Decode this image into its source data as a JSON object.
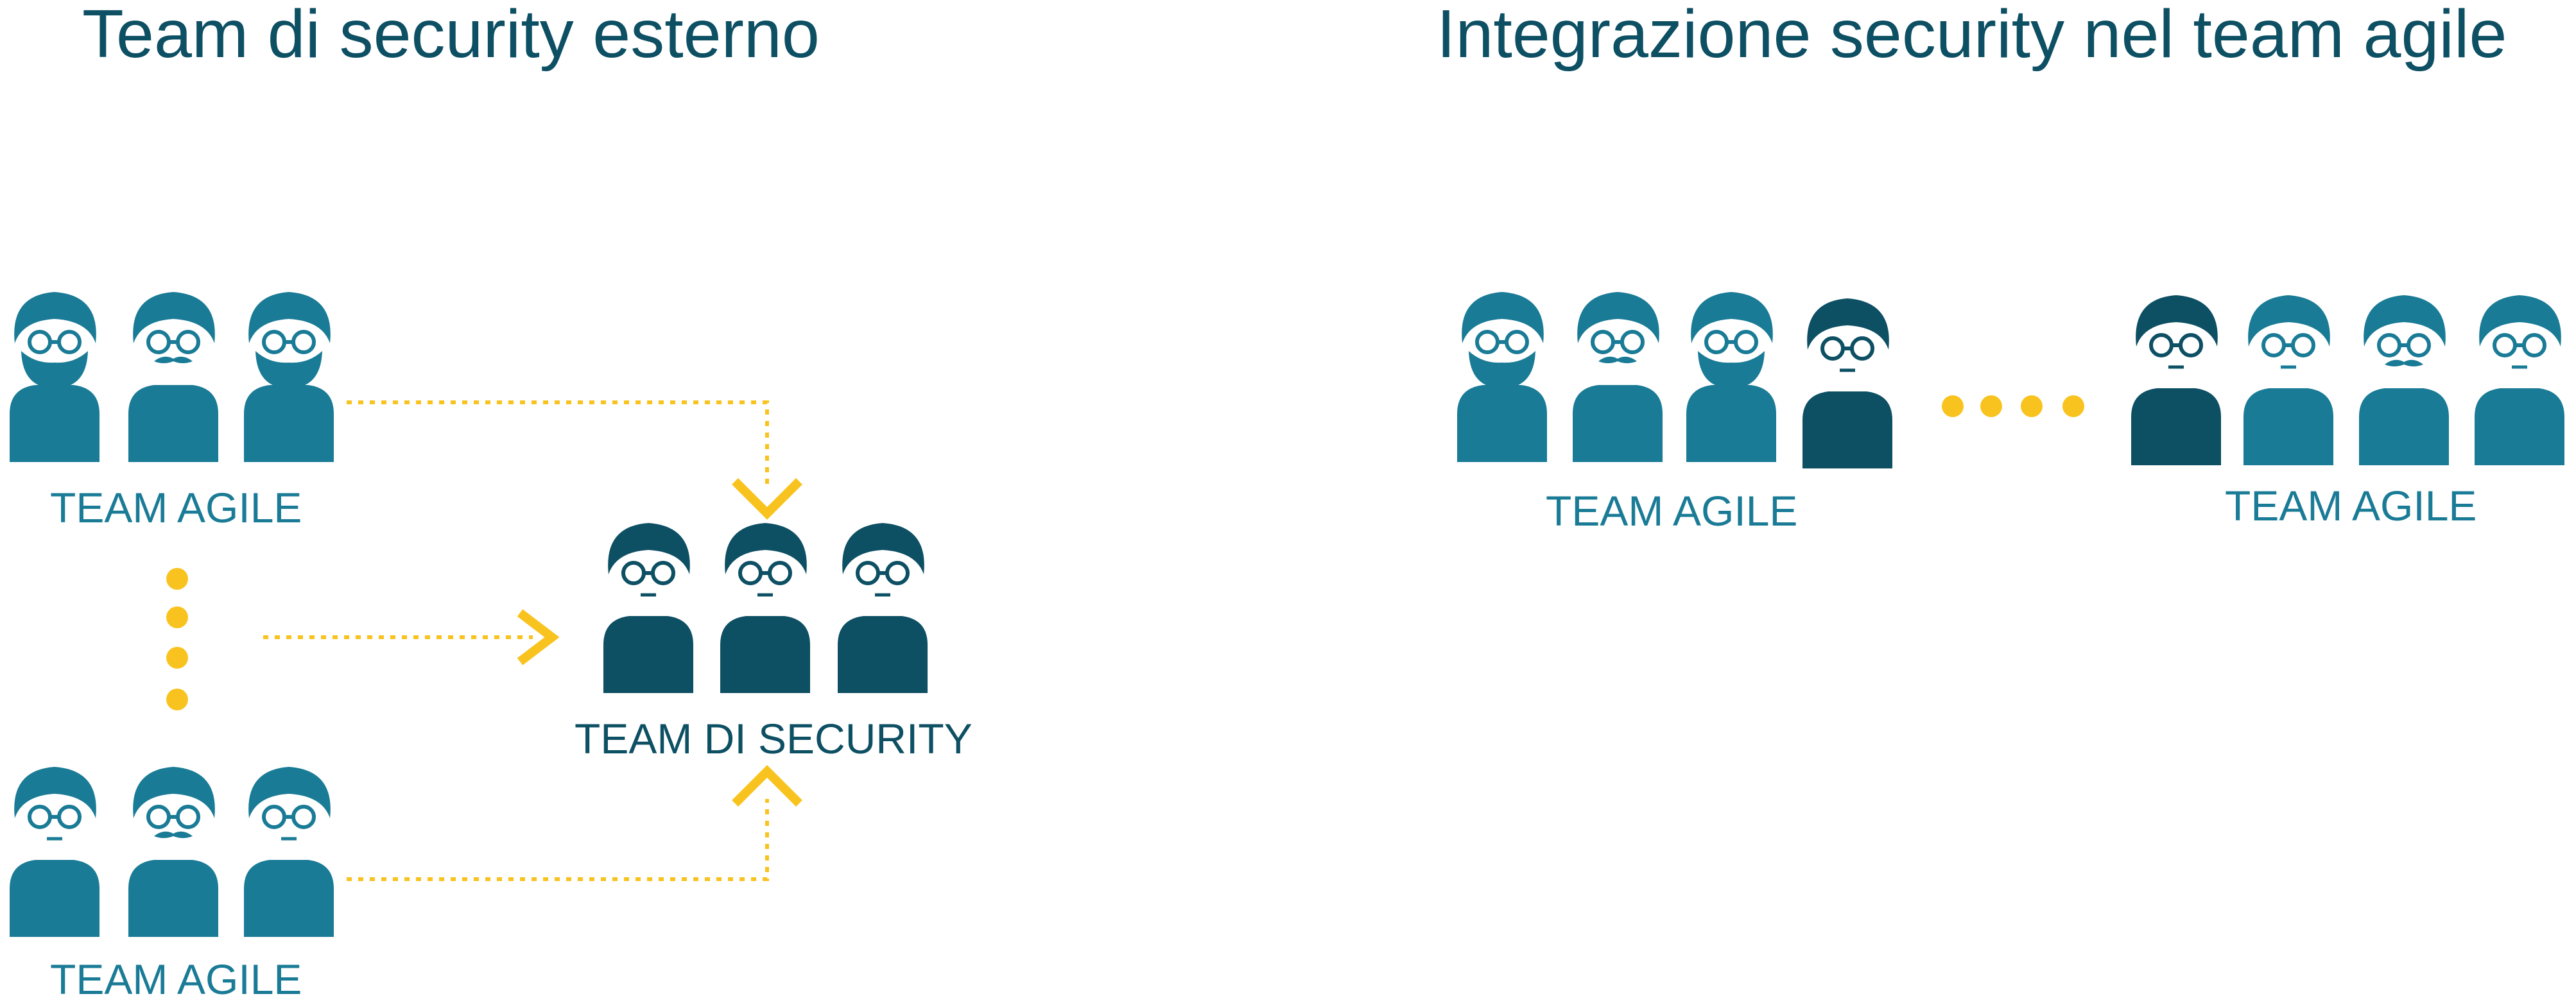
{
  "left_title": "Team di security esterno",
  "right_title": "Integrazione security nel team agile",
  "labels": {
    "team_agile": "TEAM AGILE",
    "team_security": "TEAM DI SECURITY"
  },
  "colors": {
    "agile_teal": "#1a7b96",
    "security_dark": "#0d4f63",
    "title": "#0d4f63",
    "accent_yellow": "#f9c31f"
  },
  "icons": [
    "person-beard-glasses-icon",
    "person-mustache-glasses-icon",
    "person-glasses-icon",
    "person-dark-glasses-icon"
  ]
}
